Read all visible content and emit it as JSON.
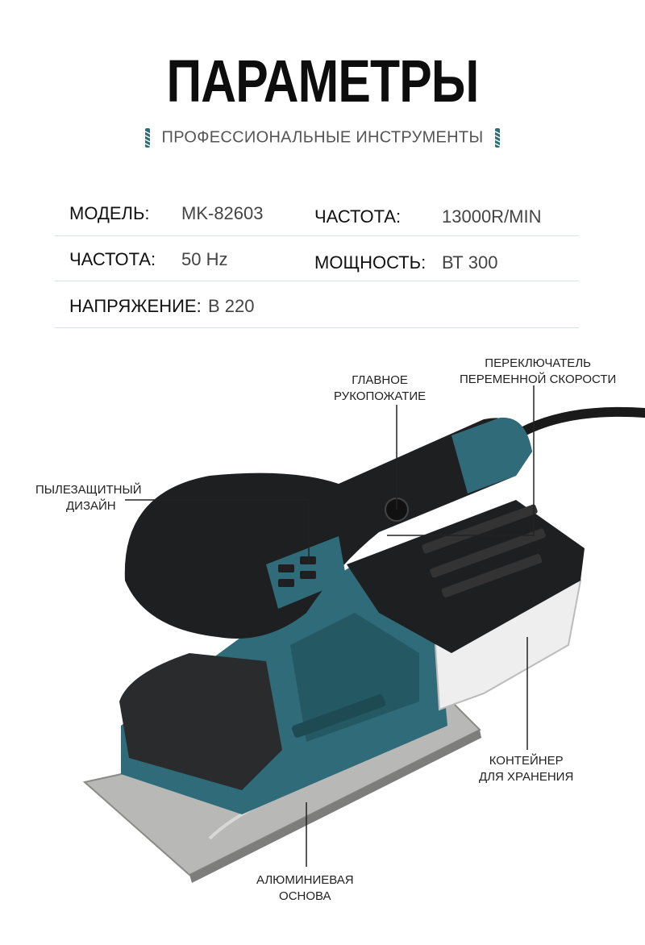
{
  "header": {
    "title": "ПАРАМЕТРЫ",
    "subtitle": "ПРОФЕССИОНАЛЬНЫЕ ИНСТРУМЕНТЫ"
  },
  "specs": {
    "model_label": "МОДЕЛЬ:",
    "model_value": "MK-82603",
    "speed_label": "ЧАСТОТА:",
    "speed_value": "13000R/MIN",
    "freq_label": "ЧАСТОТА:",
    "freq_value": "50 Hz",
    "power_label": "МОЩНОСТЬ:",
    "power_value": "ВТ 300",
    "voltage_label": "НАПРЯЖЕНИЕ:",
    "voltage_value": "В 220"
  },
  "callouts": {
    "switch_line1": "ПЕРЕКЛЮЧАТЕЛЬ",
    "switch_line2": "ПЕРЕМЕННОЙ СКОРОСТИ",
    "handle_line1": "ГЛАВНОЕ",
    "handle_line2": "РУКОПОЖАТИЕ",
    "dust_line1": "ПЫЛЕЗАЩИТНЫЙ",
    "dust_line2": "ДИЗАЙН",
    "container_line1": "КОНТЕЙНЕР",
    "container_line2": "ДЛЯ ХРАНЕНИЯ",
    "base_line1": "АЛЮМИНИЕВАЯ",
    "base_line2": "ОСНОВА"
  },
  "colors": {
    "accent_teal": "#2f6b78",
    "body_black": "#1e1f20",
    "divider": "#d9e2e6"
  }
}
